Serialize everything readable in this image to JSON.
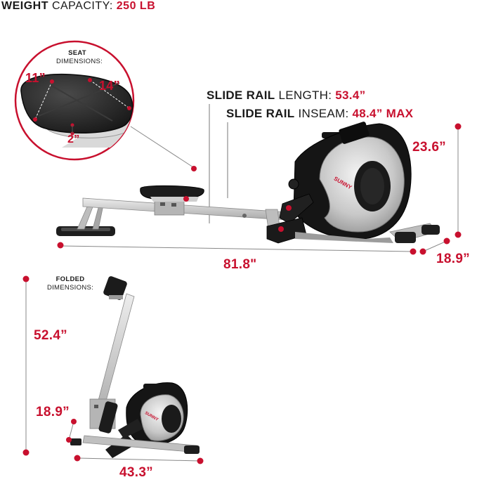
{
  "header": {
    "label_bold": "WEIGHT",
    "label_rest": " CAPACITY: ",
    "value": "250 LB"
  },
  "seat": {
    "title": "SEAT",
    "subtitle": "DIMENSIONS:",
    "width": "11”",
    "length": "14”",
    "height": "2”"
  },
  "slide_rail_length": {
    "bold": "SLIDE RAIL",
    "rest": " LENGTH: ",
    "value": "53.4”"
  },
  "slide_rail_inseam": {
    "bold": "SLIDE RAIL",
    "rest": " INSEAM: ",
    "value": "48.4” MAX"
  },
  "machine": {
    "brand": "SUNNY",
    "height": "23.6”",
    "length": "81.8\"",
    "width": "18.9”"
  },
  "folded": {
    "title": "FOLDED",
    "subtitle": "DIMENSIONS:",
    "height": "52.4”",
    "width": "18.9”",
    "length": "43.3”"
  },
  "colors": {
    "accent_red": "#c8102e",
    "frame_silver": "#c9c9c9",
    "body_black": "#1b1b1b"
  }
}
